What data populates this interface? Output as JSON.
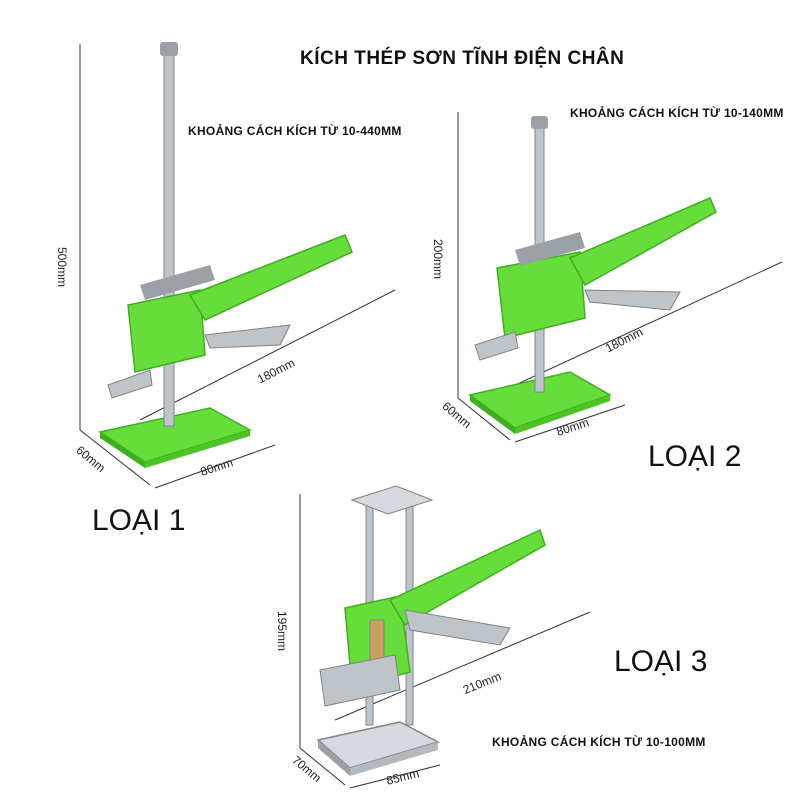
{
  "title": "KÍCH THÉP SƠN TĨNH ĐIỆN CHÂN",
  "products": [
    {
      "type_label": "LOẠI 1",
      "range_label": "KHOẢNG CÁCH KÍCH TỪ 10-440MM",
      "height": "500mm",
      "handle_length": "180mm",
      "base_depth": "60mm",
      "base_width": "80mm"
    },
    {
      "type_label": "LOẠI 2",
      "range_label": "KHOẢNG CÁCH KÍCH TỪ 10-140MM",
      "height": "200mm",
      "handle_length": "180mm",
      "base_depth": "60mm",
      "base_width": "80mm"
    },
    {
      "type_label": "LOẠI 3",
      "range_label": "KHOẢNG CÁCH KÍCH TỪ 10-100MM",
      "height": "195mm",
      "handle_length": "210mm",
      "base_depth": "70mm",
      "base_width": "85mm"
    }
  ],
  "colors": {
    "green": "#66dd3a",
    "dark_green": "#3fae20",
    "steel": "#bfc4c8",
    "steel_dark": "#7d848a"
  }
}
